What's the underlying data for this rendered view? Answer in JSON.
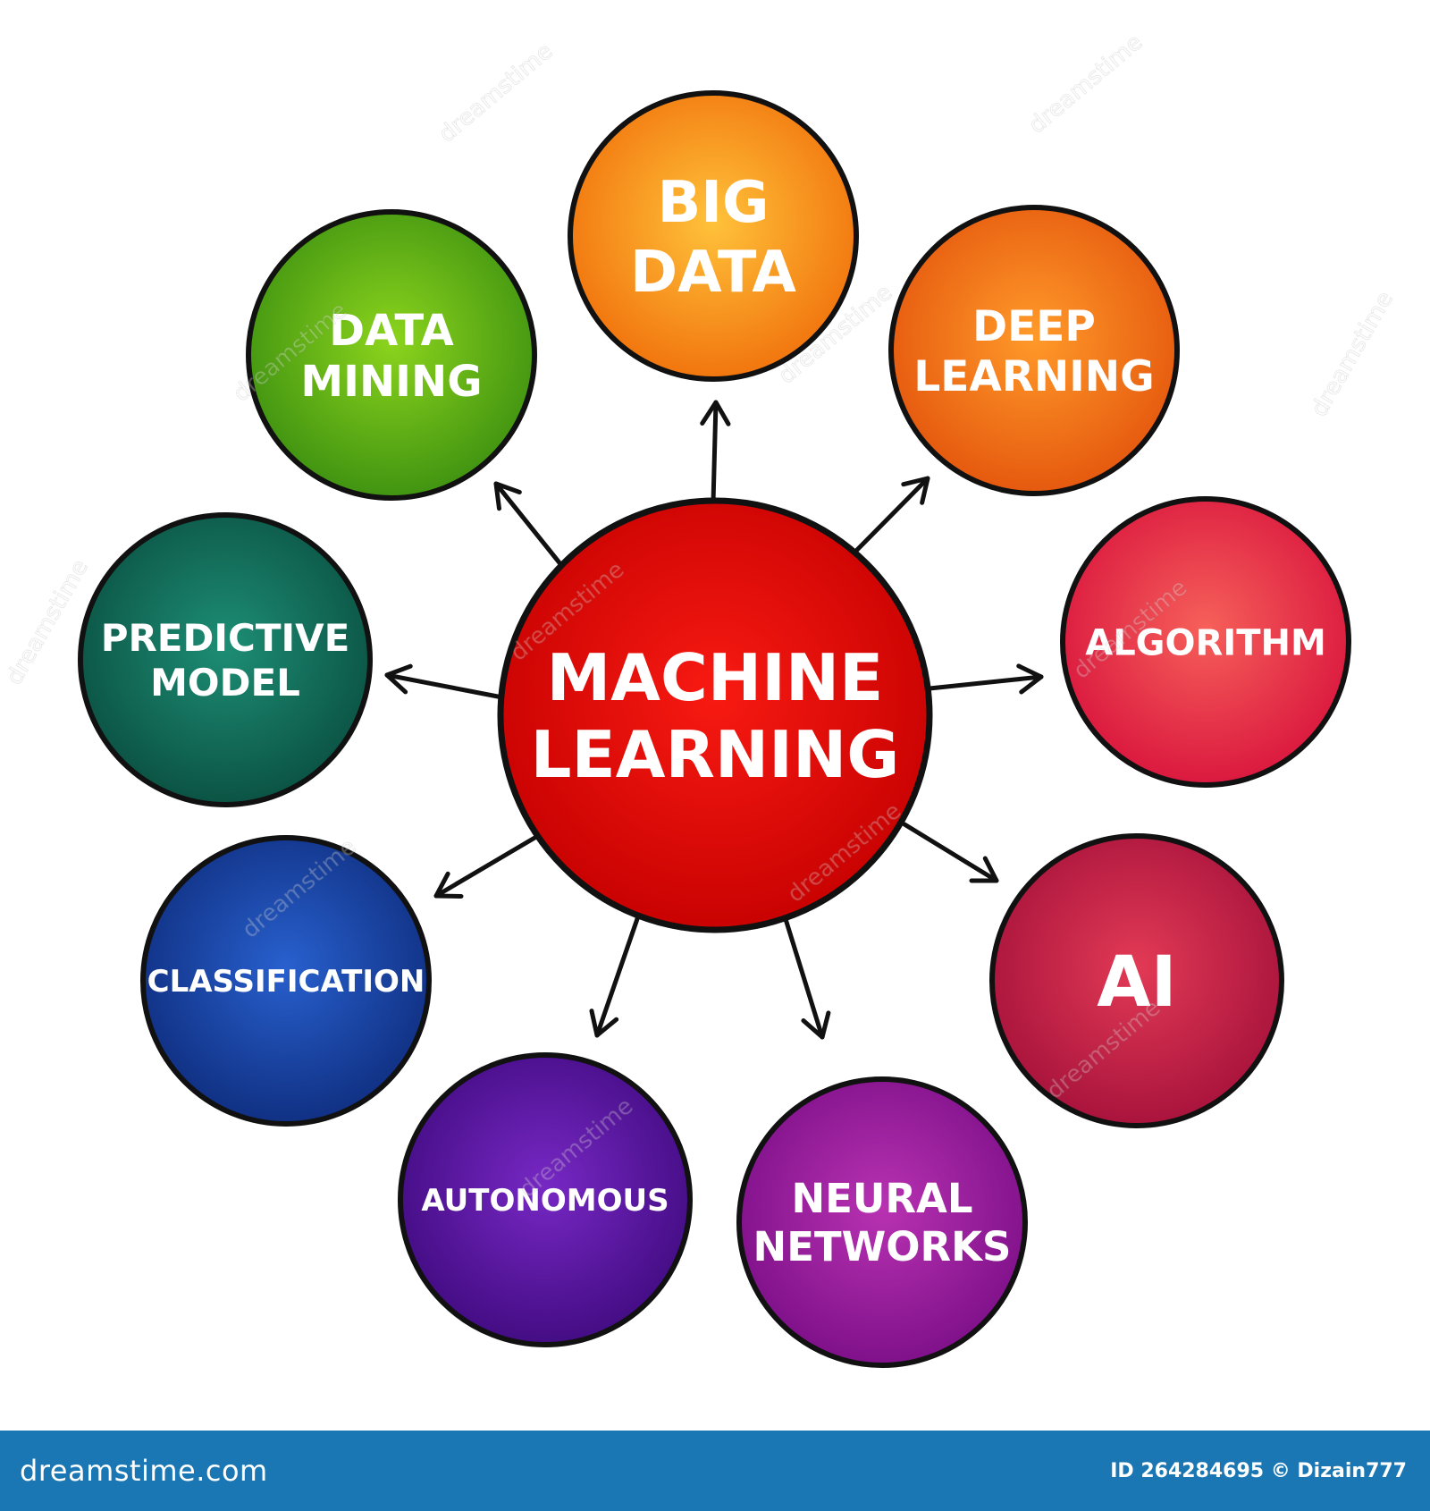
{
  "diagram": {
    "center": {
      "lines": [
        "MACHINE",
        "LEARNING"
      ],
      "colors": [
        "#f81a12",
        "#c40000"
      ]
    },
    "nodes": [
      {
        "id": "big-data",
        "lines": [
          "BIG",
          "DATA"
        ],
        "colors": [
          "#ffc23a",
          "#f06e0a"
        ]
      },
      {
        "id": "deep-learning",
        "lines": [
          "DEEP",
          "LEARNING"
        ],
        "colors": [
          "#ff9a2a",
          "#e3530c"
        ]
      },
      {
        "id": "algorithm",
        "lines": [
          "ALGORITHM"
        ],
        "colors": [
          "#f6605a",
          "#d8123c"
        ]
      },
      {
        "id": "ai",
        "lines": [
          "AI"
        ],
        "colors": [
          "#e23a55",
          "#a4103a"
        ]
      },
      {
        "id": "neural-networks",
        "lines": [
          "NEURAL",
          "NETWORKS"
        ],
        "colors": [
          "#b832b2",
          "#7a0e86"
        ]
      },
      {
        "id": "autonomous",
        "lines": [
          "AUTONOMOUS"
        ],
        "colors": [
          "#7728c4",
          "#3f0a7e"
        ]
      },
      {
        "id": "classification",
        "lines": [
          "CLASSIFICATION"
        ],
        "colors": [
          "#2860ce",
          "#0e2c7c"
        ]
      },
      {
        "id": "predictive-model",
        "lines": [
          "PREDICTIVE",
          "MODEL"
        ],
        "colors": [
          "#1d8e74",
          "#0a4e40"
        ]
      },
      {
        "id": "data-mining",
        "lines": [
          "DATA",
          "MINING"
        ],
        "colors": [
          "#8cd41d",
          "#3a8e10"
        ]
      }
    ]
  },
  "watermark": {
    "text": "dreamstime"
  },
  "footer": {
    "brand": "dreamstime.com",
    "credit": "ID 264284695 © Dizain777",
    "background": "#1a77b3"
  }
}
